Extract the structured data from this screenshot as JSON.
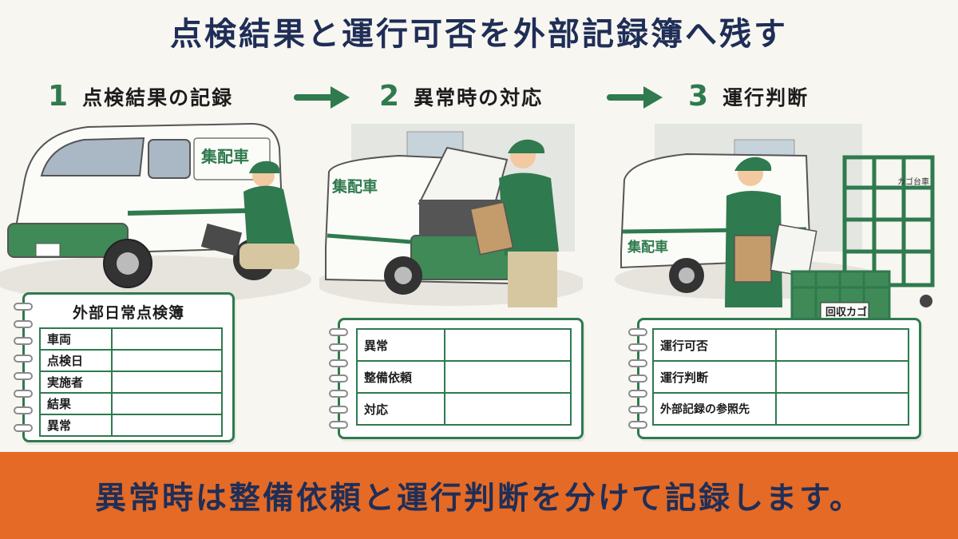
{
  "title": "点検結果と運行可否を外部記録簿へ残す",
  "steps": [
    {
      "number": "1",
      "label": "点検結果の記録"
    },
    {
      "number": "2",
      "label": "異常時の対応"
    },
    {
      "number": "3",
      "label": "運行判断"
    }
  ],
  "vehicle_label": "集配車",
  "cage_top_label": "カゴ台車",
  "basket_label": "回収カゴ",
  "cards": [
    {
      "title": "外部日常点検簿",
      "rows": [
        "車両",
        "点検日",
        "実施者",
        "結果",
        "異常"
      ]
    },
    {
      "title": "",
      "rows": [
        "異常",
        "整備依頼",
        "対応"
      ]
    },
    {
      "title": "",
      "rows": [
        "運行可否",
        "運行判断",
        "外部記録の参照先"
      ]
    }
  ],
  "banner": "異常時は整備依頼と運行判断を分けて記録します。",
  "colors": {
    "green": "#2f7a4e",
    "navy": "#1f2e57",
    "orange": "#e46a26",
    "background": "#f7f6f1"
  }
}
